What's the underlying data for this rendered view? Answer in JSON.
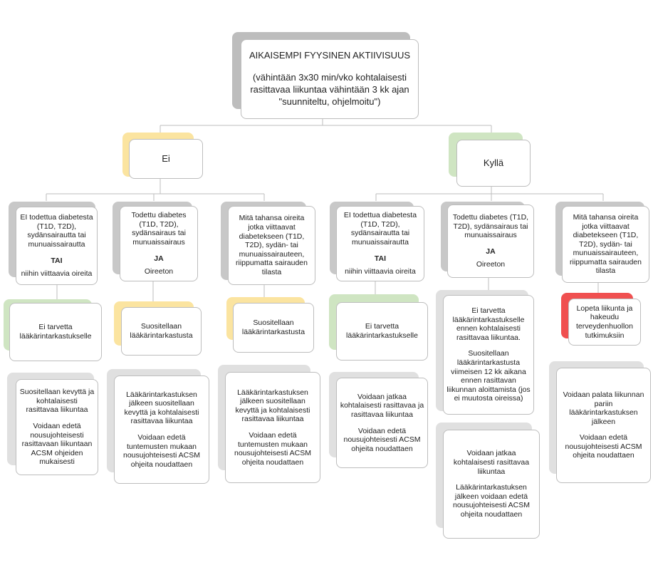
{
  "colors": {
    "gray": "#c8c8c8",
    "yellow": "#fbe4a0",
    "green": "#cfe5c2",
    "red": "#f05050"
  },
  "root": {
    "title": "AIKAISEMPI FYYSINEN AKTIIVISUUS",
    "subtitle": "(vähintään 3x30 min/vko kohtalaisesti rasittavaa liikuntaa vähintään 3 kk ajan \"suunniteltu, ohjelmoitu\")"
  },
  "no": {
    "label": "Ei"
  },
  "yes": {
    "label": "Kyllä"
  },
  "left": {
    "c1": {
      "line1": "EI todettua diabetesta (T1D, T2D), sydänsairautta tai munuaissairautta",
      "conj": "TAI",
      "line2": "niihin viittaavia oireita",
      "rec": "Ei tarvetta lääkärintarkastukselle",
      "adv1": "Suositellaan kevyttä ja kohtalaisesti rasittavaa liikuntaa",
      "adv2": "Voidaan edetä nousujohteisesti rasittavaan liikuntaan ACSM ohjeiden mukaisesti"
    },
    "c2": {
      "line1": "Todettu diabetes (T1D, T2D), sydänsairaus tai munuaissairaus",
      "conj": "JA",
      "line2": "Oireeton",
      "rec": "Suositellaan lääkärintarkastusta",
      "adv1": "Lääkärintarkastuksen jälkeen suositellaan kevyttä ja kohtalaisesti rasittavaa liikuntaa",
      "adv2": "Voidaan edetä tuntemusten mukaan nousujohteisesti ACSM ohjeita noudattaen"
    },
    "c3": {
      "line1": "Mitä tahansa oireita jotka viittaavat diabetekseen (T1D, T2D), sydän- tai munuaissairauteen, riippumatta sairauden tilasta",
      "rec": "Suositellaan lääkärintarkastusta",
      "adv1": "Lääkärintarkastuksen jälkeen suositellaan kevyttä ja kohtalaisesti rasittavaa liikuntaa",
      "adv2": "Voidaan edetä tuntemusten mukaan nousujohteisesti ACSM ohjeita noudattaen"
    }
  },
  "right": {
    "c4": {
      "line1": "EI todettua diabetesta (T1D, T2D), sydänsairautta tai munuaissairautta",
      "conj": "TAI",
      "line2": "niihin viittaavia oireita",
      "rec": "Ei tarvetta lääkärintarkastukselle",
      "adv1": "Voidaan jatkaa kohtalaisesti rasittavaa ja rasittavaa liikuntaa",
      "adv2": "Voidaan edetä nousujohteisesti ACSM ohjeita noudattaen"
    },
    "c5": {
      "line1": "Todettu diabetes (T1D, T2D), sydänsairaus tai munuaissairaus",
      "conj": "JA",
      "line2": "Oireeton",
      "rec1": "Ei tarvetta lääkärintarkastukselle ennen kohtalaisesti rasittavaa liikuntaa.",
      "rec2": "Suositellaan lääkärintarkastusta viimeisen 12 kk aikana ennen rasittavan liikunnan aloittamista (jos ei muutosta oireissa)",
      "adv1": "Voidaan jatkaa kohtalaisesti rasittavaa liikuntaa",
      "adv2": "Lääkärintarkastuksen jälkeen voidaan edetä nousujohteisesti ACSM ohjeita noudattaen"
    },
    "c6": {
      "line1": "Mitä tahansa oireita jotka viittaavat diabetekseen (T1D, T2D), sydän- tai munuaissairauteen, riippumatta sairauden tilasta",
      "rec": "Lopeta liikunta ja hakeudu terveydenhuollon tutkimuksiin",
      "adv1": "Voidaan palata liikunnan pariin lääkärintarkastuksen jälkeen",
      "adv2": "Voidaan edetä nousujohteisesti ACSM ohjeita noudattaen"
    }
  }
}
